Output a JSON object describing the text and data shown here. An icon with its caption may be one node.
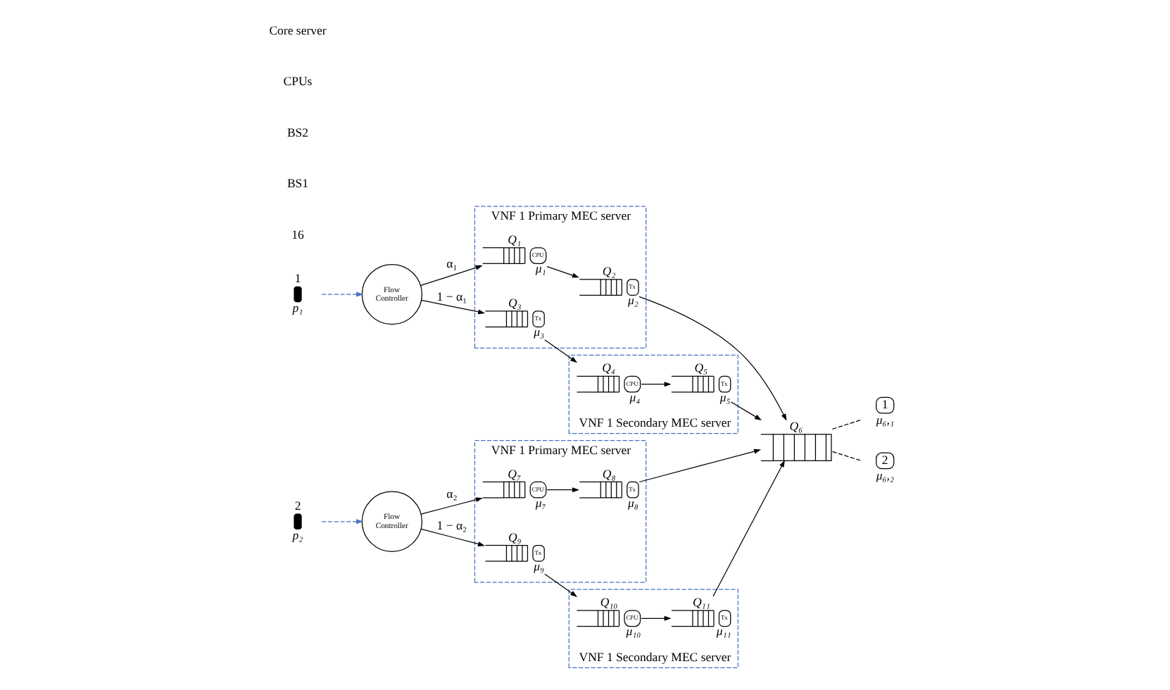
{
  "diagram": {
    "nodes": [
      {
        "text": [
          "1"
        ],
        "beside": [
          "p₁"
        ]
      },
      {
        "text": [
          "Flow Controller"
        ]
      },
      {
        "text": [
          "VNF 1 Primary MEC server"
        ]
      },
      {
        "text": [
          "Q₁",
          "CPU"
        ],
        "beside": [
          "μ₁"
        ],
        "in": 2
      },
      {
        "text": [
          "Q₂",
          "Tx"
        ],
        "beside": [
          "μ₂"
        ],
        "in": 2
      },
      {
        "text": [
          "Q₃",
          "Tx"
        ],
        "beside": [
          "μ₃"
        ],
        "in": 2
      },
      {
        "text": [
          "VNF 1 Secondary MEC server"
        ]
      },
      {
        "text": [
          "Q₄",
          "CPU"
        ],
        "beside": [
          "μ₄"
        ],
        "in": 6
      },
      {
        "text": [
          "Q₅",
          "Tx"
        ],
        "beside": [
          "μ₅"
        ],
        "in": 6
      },
      {
        "text": [
          "Q₆"
        ]
      },
      {
        "text": [
          "1"
        ],
        "beside": [
          "μ₆,₁"
        ]
      },
      {
        "text": [
          "2"
        ],
        "beside": [
          "μ₆,₂"
        ]
      },
      {
        "text": [
          "2"
        ],
        "beside": [
          "p₂"
        ]
      },
      {
        "text": [
          "Flow Controller"
        ]
      },
      {
        "text": [
          "VNF 1 Primary MEC server"
        ]
      },
      {
        "text": [
          "Q₇",
          "CPU"
        ],
        "beside": [
          "μ₇"
        ],
        "in": 14
      },
      {
        "text": [
          "Q₈",
          "Tx"
        ],
        "beside": [
          "μ₈"
        ],
        "in": 14
      },
      {
        "text": [
          "Q₉",
          "Tx"
        ],
        "beside": [
          "μ₉"
        ],
        "in": 14
      },
      {
        "text": [
          "VNF 1 Secondary MEC server"
        ]
      },
      {
        "text": [
          "Q₁₀",
          "CPU"
        ],
        "beside": [
          "μ₁₀"
        ],
        "in": 18
      },
      {
        "text": [
          "Q₁₁",
          "Tx"
        ],
        "beside": [
          "μ₁₁"
        ],
        "in": 18
      }
    ],
    "edges": [
      {
        "from": 0,
        "to": 1,
        "arrow": "to",
        "style": "dashed",
        "color": "#4472c4"
      },
      {
        "from": 1,
        "to": 3,
        "arrow": "to",
        "label": "α₁"
      },
      {
        "from": 1,
        "to": 5,
        "arrow": "to",
        "label": "1 − α₁"
      },
      {
        "from": 3,
        "to": 4,
        "arrow": "to"
      },
      {
        "from": 5,
        "to": 7,
        "arrow": "to"
      },
      {
        "from": 7,
        "to": 8,
        "arrow": "to"
      },
      {
        "from": 4,
        "to": 9,
        "arrow": "to"
      },
      {
        "from": 8,
        "to": 9,
        "arrow": "to"
      },
      {
        "from": 16,
        "to": 9,
        "arrow": "to"
      },
      {
        "from": 20,
        "to": 9,
        "arrow": "to"
      },
      {
        "from": 9,
        "to": 10,
        "arrow": "none",
        "style": "dashed"
      },
      {
        "from": 9,
        "to": 11,
        "arrow": "none",
        "style": "dashed"
      },
      {
        "from": 12,
        "to": 13,
        "arrow": "to",
        "style": "dashed",
        "color": "#4472c4"
      },
      {
        "from": 13,
        "to": 15,
        "arrow": "to",
        "label": "α₂"
      },
      {
        "from": 13,
        "to": 17,
        "arrow": "to",
        "label": "1 − α₂"
      },
      {
        "from": 15,
        "to": 16,
        "arrow": "to"
      },
      {
        "from": 17,
        "to": 19,
        "arrow": "to"
      },
      {
        "from": 19,
        "to": 20,
        "arrow": "to"
      }
    ],
    "labels": [
      "16",
      "BS1",
      "BS2",
      "CPUs",
      "Core server"
    ]
  }
}
